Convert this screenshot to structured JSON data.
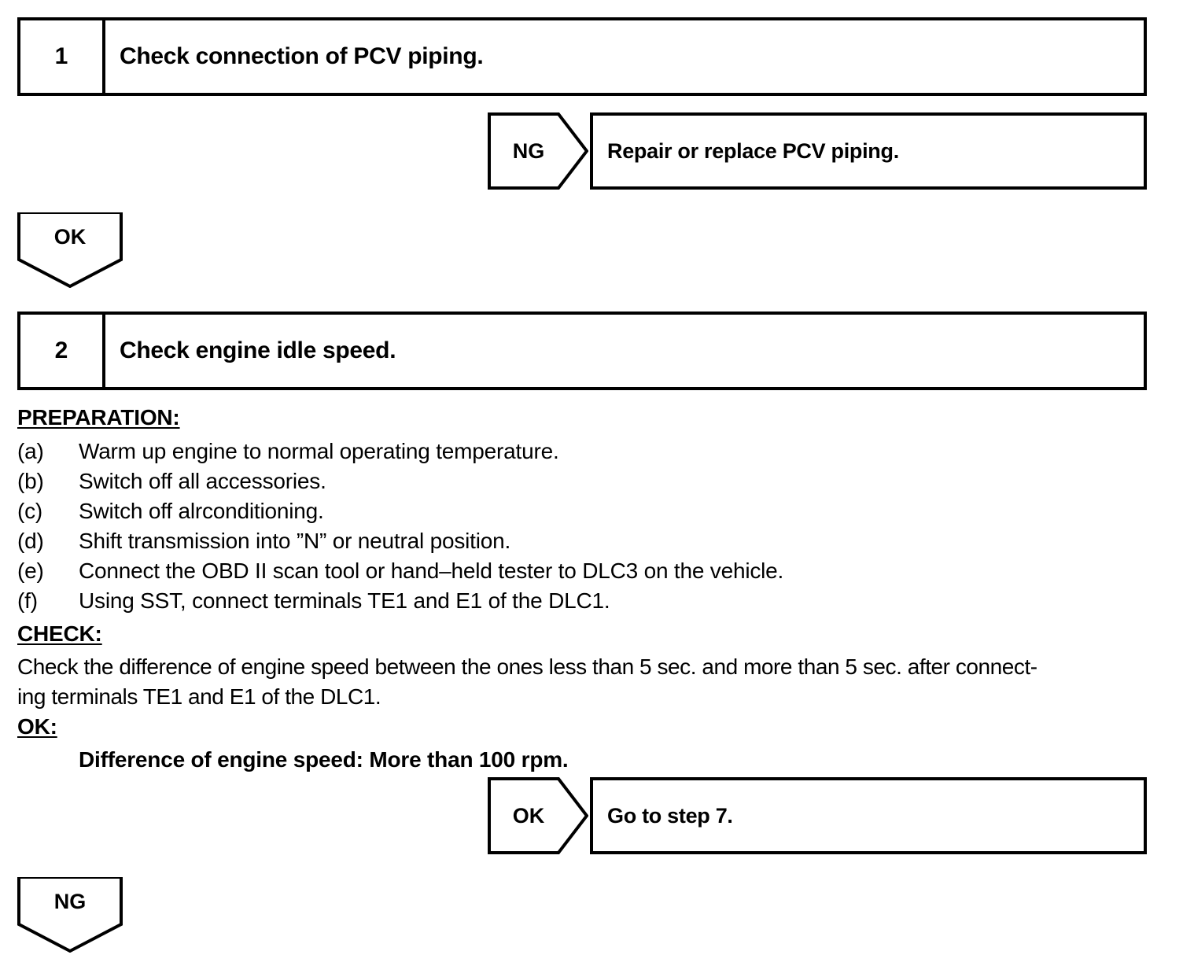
{
  "document": {
    "type": "diagnostic-flowchart",
    "title": "Engine idle speed / PCV piping diagnostic steps"
  },
  "steps": [
    {
      "number": "1",
      "title": "Check connection of PCV piping."
    },
    {
      "number": "2",
      "title": "Check engine idle speed."
    }
  ],
  "connectors": {
    "ng_step1": "NG",
    "ok_step1": "OK",
    "ok_step2": "OK",
    "ng_step2": "NG"
  },
  "results": {
    "repair_pcv": "Repair or replace PCV piping.",
    "go_to_step_7": "Go to step 7."
  },
  "preparation": {
    "heading": "PREPARATION:",
    "items": [
      {
        "marker": "(a)",
        "text": "Warm up engine to normal operating temperature."
      },
      {
        "marker": "(b)",
        "text": "Switch off all accessories."
      },
      {
        "marker": "(c)",
        "text": "Switch off alrconditioning."
      },
      {
        "marker": "(d)",
        "text": "Shift transmission into ”N” or neutral position."
      },
      {
        "marker": "(e)",
        "text": "Connect the OBD II scan tool or hand–held tester to DLC3 on the vehicle."
      },
      {
        "marker": "(f)",
        "text": "Using SST, connect terminals TE1 and E1 of the DLC1."
      }
    ]
  },
  "check": {
    "heading": "CHECK:",
    "line1": "Check the difference of engine speed between the ones less than 5 sec. and more than 5 sec. after connect-",
    "line2": "ing terminals TE1 and E1 of the DLC1."
  },
  "ok_spec": {
    "heading": "OK:",
    "value": "Difference of engine speed: More than 100 rpm."
  },
  "colors": {
    "ink": "#000000",
    "paper": "#ffffff"
  }
}
